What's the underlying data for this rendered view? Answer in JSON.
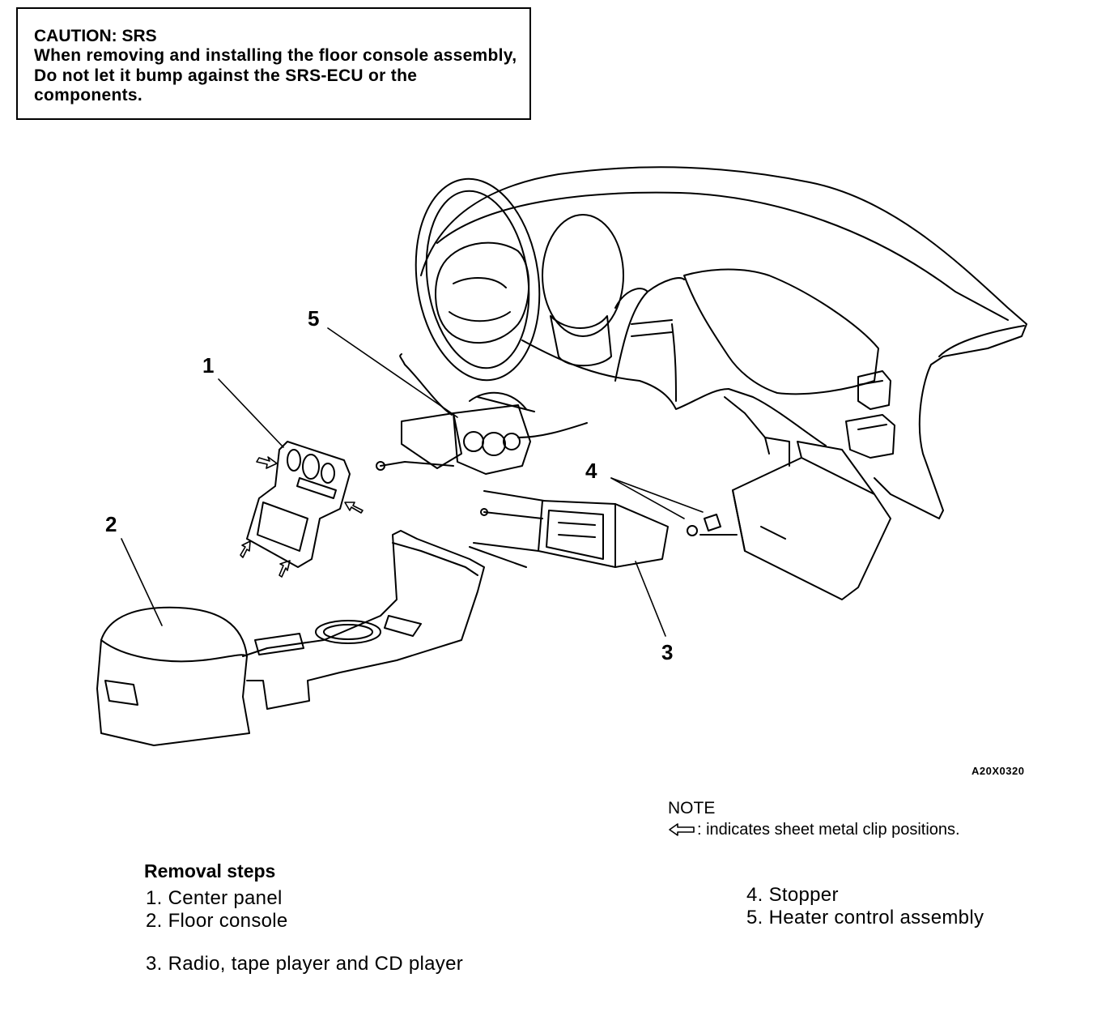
{
  "caution": {
    "title": "CAUTION: SRS",
    "text": "When removing and installing the floor console assembly, Do not let it bump against the SRS-ECU or the components."
  },
  "callouts": [
    "1",
    "2",
    "3",
    "4",
    "5"
  ],
  "figure_id": "A20X0320",
  "note": {
    "heading": "NOTE",
    "text": ": indicates sheet metal clip positions.",
    "symbol": "hollow-left-arrow-icon"
  },
  "removal": {
    "heading": "Removal steps",
    "steps": [
      "1. Center panel",
      "2. Floor console",
      "3. Radio, tape player and CD player",
      "4. Stopper",
      "5. Heater control assembly"
    ]
  }
}
